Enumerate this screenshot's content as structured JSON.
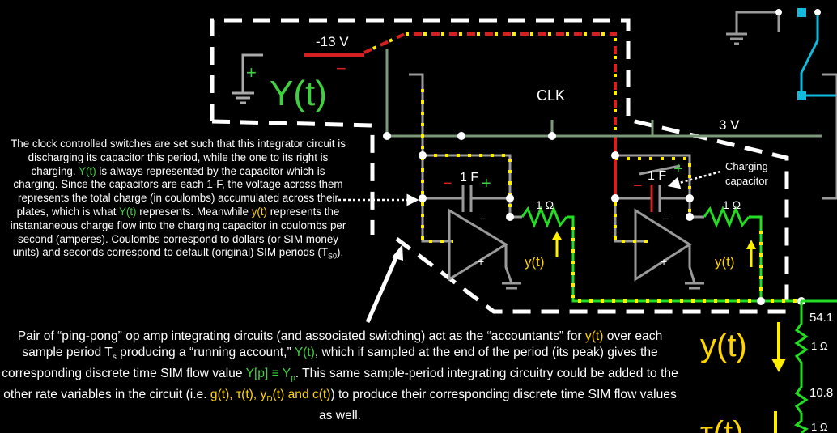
{
  "labels": {
    "neg13v": "-13 V",
    "clk": "CLK",
    "v3": "3 V",
    "cap1": "1 F",
    "cap2": "1 F",
    "res1": "1 Ω",
    "res2": "1 Ω",
    "res3": "1 Ω",
    "res4": "1 Ω",
    "yt1": "y(t)",
    "yt2": "y(t)",
    "plus": "+",
    "minus": "−",
    "Yt_big": "Y(t)",
    "yt_big": "y(t)",
    "tau_big": "τ(t)",
    "charging_cap_1": "Charging",
    "charging_cap_2": "capacitor",
    "meter1": "54.1",
    "meter2": "10.8"
  },
  "description": {
    "p1": "The clock controlled switches are set such that this integrator circuit is discharging its capacitor this period, while the one to its right is charging.",
    "p2_var": "Y(t)",
    "p2": " is always represented by the capacitor which is charging. Since the capacitors are each 1-F, the voltage across them represents the total charge (in coulombs) accumulated across their plates, which is what ",
    "p3_var": "Y(t)",
    "p3": " represents. Meanwhile ",
    "p4_var": "y(t)",
    "p4": " represents the instantaneous charge flow into the charging capacitor in coulombs per second (amperes). Coulombs correspond to dollars (or SIM money units) and seconds correspond to default (original) SIM periods (T",
    "p4_sub": "S0",
    "p4_end": ")."
  },
  "caption": {
    "a": "Pair of “ping-pong” op amp integrating circuits (and associated switching) act as the “accountants” for ",
    "a_var": "y(t)",
    "b": " over each sample period T",
    "b_sub": "s",
    "c": " producing a “running account,” ",
    "c_var": "Y(t)",
    "d": ", which if sampled at the end of the period (its peak) gives the corresponding discrete time SIM flow value ",
    "d_var": "Y[p] ≡ Y",
    "d_sub": "p",
    "e": ". This same sample-period integrating circuitry could be added to the other rate variables in the circuit (i.e. ",
    "e_var1": "g(t), τ(t), y",
    "e_sub": "D",
    "e_var2": "(t) and c(t)",
    "f": ") to produce their corresponding discrete time SIM flow values as well."
  },
  "colors": {
    "wire_gray": "#9a9a9a",
    "wire_green_dark": "#7a9a7a",
    "wire_red": "#d42020",
    "wire_green": "#22dd22",
    "dot_yellow": "#ffee00",
    "text_green": "#3fcf3f",
    "text_yellow": "#ffd400",
    "cyan": "#11bbdd"
  }
}
